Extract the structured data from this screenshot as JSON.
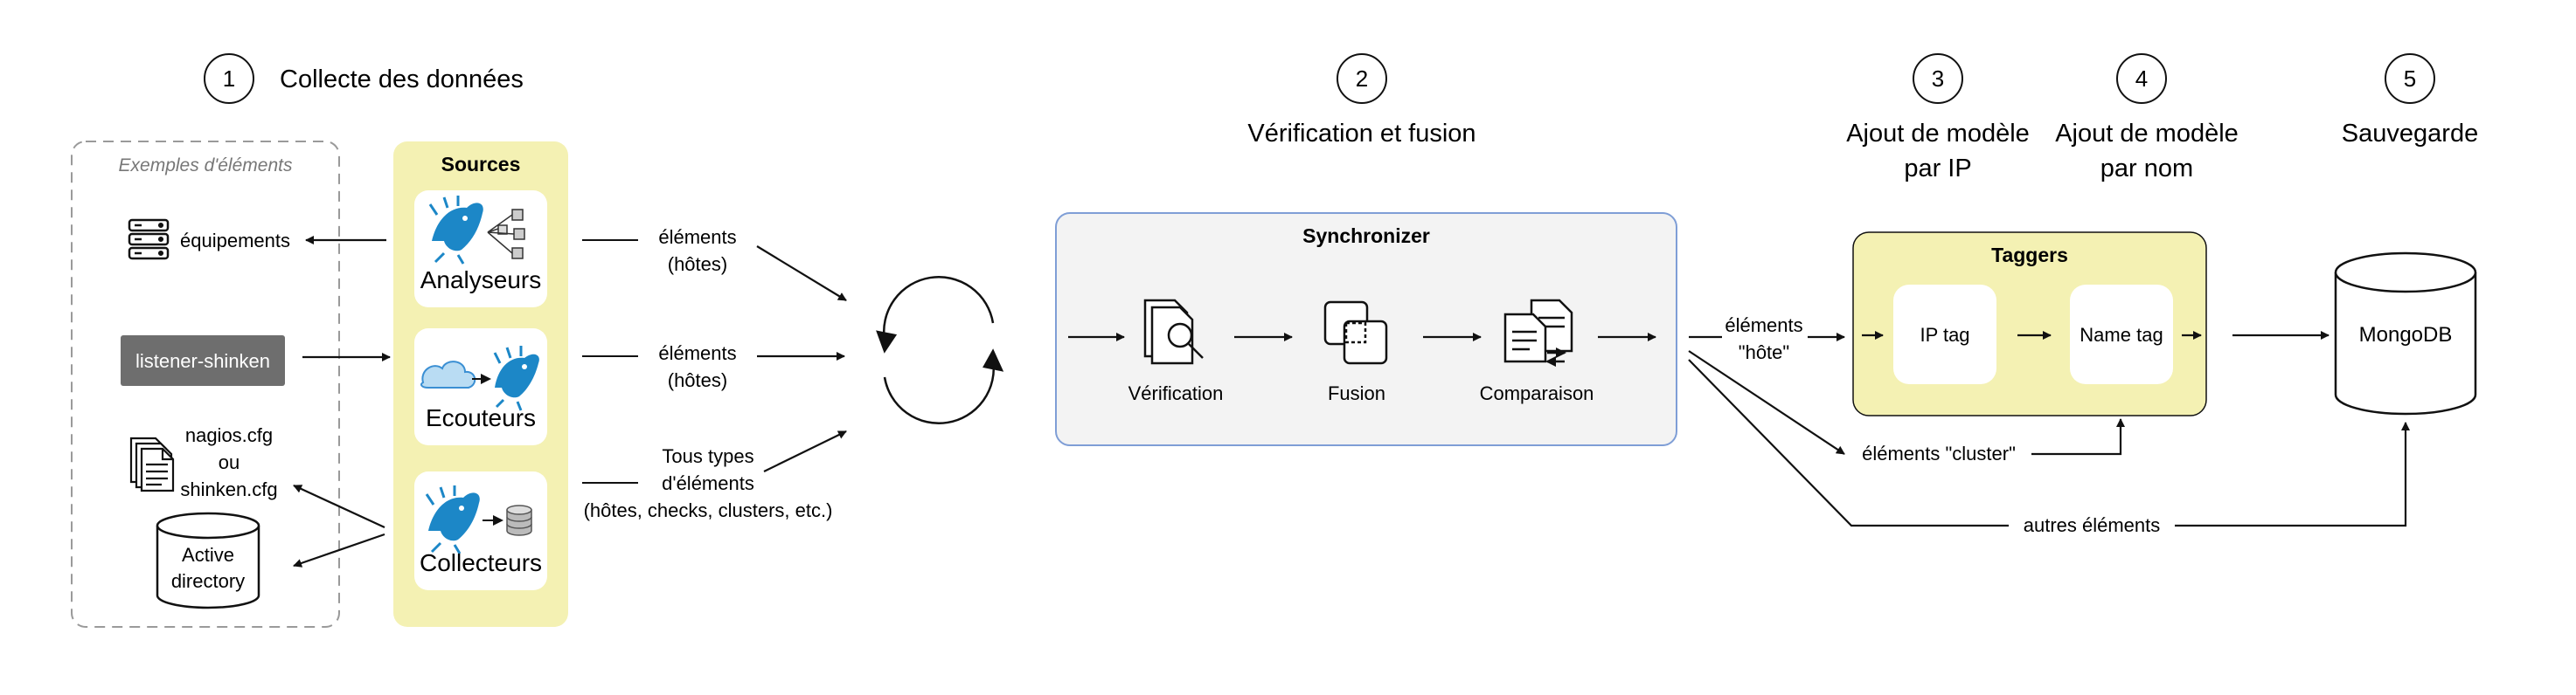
{
  "steps": [
    {
      "num": "1",
      "title_lines": [
        "Collecte des données"
      ]
    },
    {
      "num": "2",
      "title_lines": [
        "Vérification et fusion"
      ]
    },
    {
      "num": "3",
      "title_lines": [
        "Ajout de modèle",
        "par IP"
      ]
    },
    {
      "num": "4",
      "title_lines": [
        "Ajout de modèle",
        "par nom"
      ]
    },
    {
      "num": "5",
      "title_lines": [
        "Sauvegarde"
      ]
    }
  ],
  "examples": {
    "title": "Exemples d'éléments",
    "equipements": "équipements",
    "listener": "listener-shinken",
    "cfg_lines": [
      "nagios.cfg",
      "ou",
      "shinken.cfg"
    ],
    "ad_lines": [
      "Active",
      "directory"
    ]
  },
  "sources": {
    "title": "Sources",
    "items": [
      "Analyseurs",
      "Ecouteurs",
      "Collecteurs"
    ]
  },
  "flows": {
    "analyseurs": [
      "éléments",
      "(hôtes)"
    ],
    "ecouteurs": [
      "éléments",
      "(hôtes)"
    ],
    "collecteurs": [
      "Tous types",
      "d'éléments",
      "(hôtes, checks, clusters, etc.)"
    ]
  },
  "synchronizer": {
    "title": "Synchronizer",
    "steps": [
      "Vérification",
      "Fusion",
      "Comparaison"
    ]
  },
  "outputs": {
    "hote": [
      "éléments",
      "\"hôte\""
    ],
    "cluster": "éléments \"cluster\"",
    "autres": "autres éléments"
  },
  "taggers": {
    "title": "Taggers",
    "ip": "IP tag",
    "name": "Name tag"
  },
  "storage": {
    "label": "MongoDB"
  },
  "colors": {
    "sources_bg": "#f4f1b3",
    "taggers_bg": "#f4f1b3",
    "synchronizer_bg": "#f3f3f3",
    "synchronizer_border": "#7f9ed6",
    "listener_bg": "#6e6e6e",
    "shinken_blue": "#1c87c7",
    "line": "#111111"
  }
}
